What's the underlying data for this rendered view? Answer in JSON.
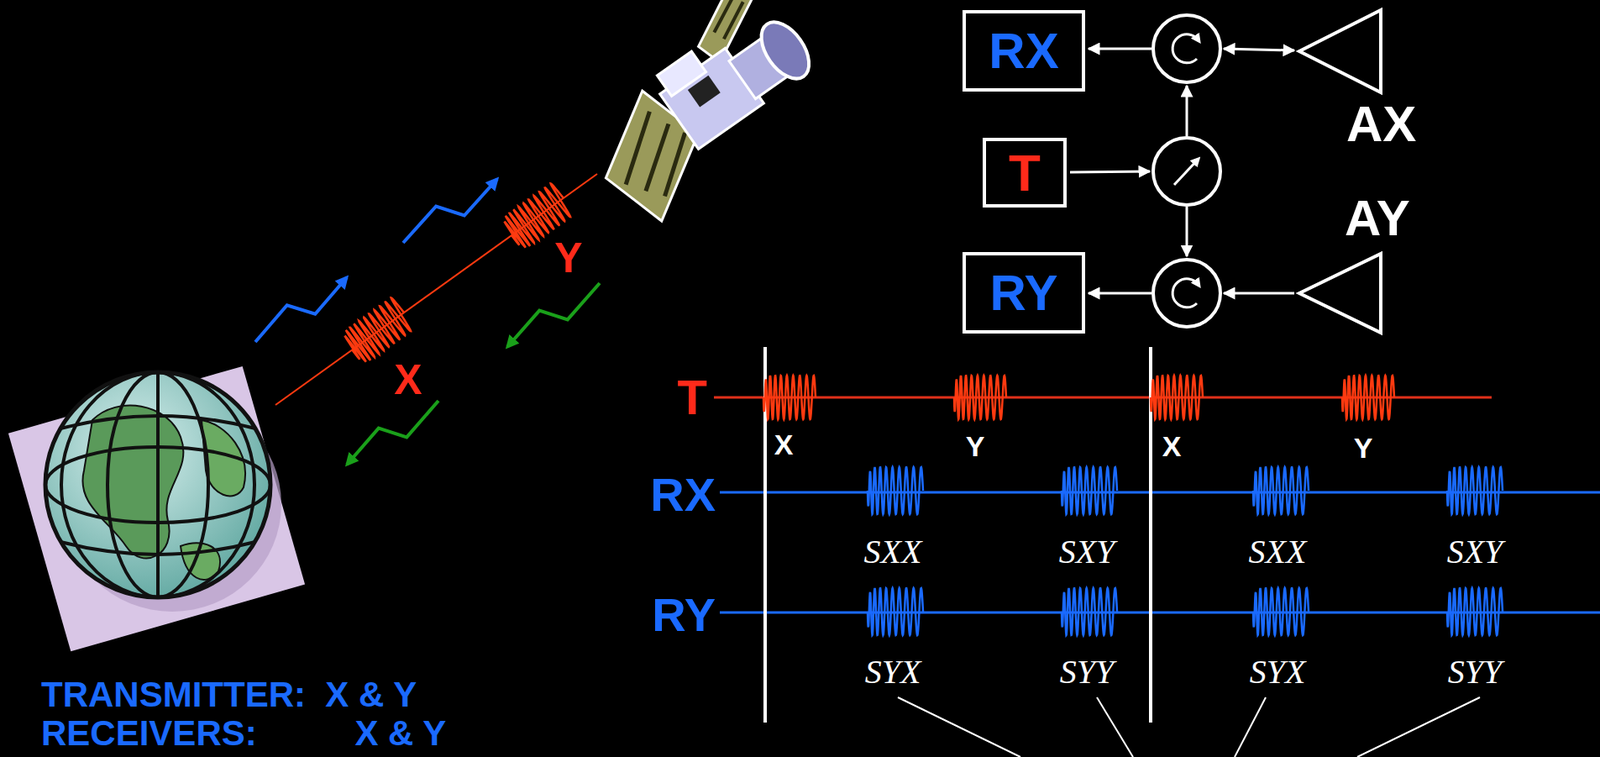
{
  "diagram": {
    "nodes": [
      {
        "text": [
          "RX"
        ]
      },
      {
        "text": [
          "AX"
        ]
      },
      {
        "text": [
          "T"
        ]
      },
      {
        "text": [
          "AY"
        ]
      },
      {
        "text": [
          "RY"
        ]
      }
    ],
    "labels": [
      "X",
      "Y",
      "T",
      "RX",
      "RY",
      "X",
      "Y",
      "X",
      "Y",
      "SXX",
      "SXY",
      "SXX",
      "SXY",
      "SYX",
      "SYY",
      "SYX",
      "SYY",
      "TRANSMITTER:  X & Y",
      "RECEIVERS:          X & Y"
    ]
  }
}
